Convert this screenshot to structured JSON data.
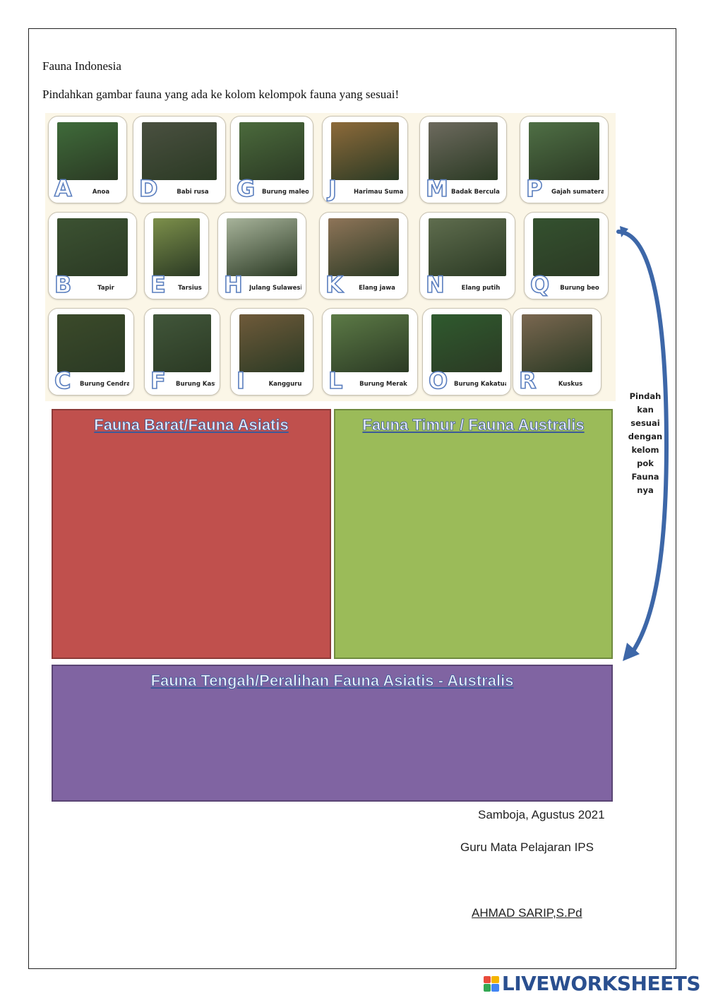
{
  "worksheet": {
    "title": "Fauna Indonesia",
    "instruction": "Pindahkan gambar fauna yang ada ke kolom kelompok fauna yang sesuai!"
  },
  "cards": [
    {
      "letter": "A",
      "label": "Anoa",
      "photo_color": "#3f6b3a"
    },
    {
      "letter": "D",
      "label": "Babi rusa",
      "photo_color": "#4a5040"
    },
    {
      "letter": "G",
      "label": "Burung maleo",
      "photo_color": "#4b6a3c"
    },
    {
      "letter": "J",
      "label": "Harimau Sumatera",
      "photo_color": "#8d6a3a"
    },
    {
      "letter": "M",
      "label": "Badak Bercula Satu",
      "photo_color": "#6d6a5e"
    },
    {
      "letter": "P",
      "label": "Gajah sumatera",
      "photo_color": "#4f6f45"
    },
    {
      "letter": "B",
      "label": "Tapir",
      "photo_color": "#3c5232"
    },
    {
      "letter": "E",
      "label": "Tarsius",
      "photo_color": "#7c8f4a"
    },
    {
      "letter": "H",
      "label": "Julang Sulawesi",
      "photo_color": "#a7b39a"
    },
    {
      "letter": "K",
      "label": "Elang jawa",
      "photo_color": "#8e7458"
    },
    {
      "letter": "N",
      "label": "Elang putih",
      "photo_color": "#5f6d4e"
    },
    {
      "letter": "Q",
      "label": "Burung beo",
      "photo_color": "#34512f"
    },
    {
      "letter": "C",
      "label": "Burung Cendrawasih",
      "photo_color": "#3b4a2a"
    },
    {
      "letter": "F",
      "label": "Burung Kaswari",
      "photo_color": "#41563a"
    },
    {
      "letter": "I",
      "label": "Kangguru",
      "photo_color": "#6f5a3a"
    },
    {
      "letter": "L",
      "label": "Burung Merak",
      "photo_color": "#5c7a46"
    },
    {
      "letter": "O",
      "label": "Burung Kakatua",
      "photo_color": "#2f5a2e"
    },
    {
      "letter": "R",
      "label": "Kuskus",
      "photo_color": "#7a6750"
    }
  ],
  "zones": {
    "west": "Fauna Barat/Fauna Asiatis",
    "east": "Fauna Timur / Fauna Australis",
    "middle": "Fauna Tengah/Peralihan Fauna Asiatis - Australis"
  },
  "side_note": [
    "Pindah",
    "kan",
    "sesuai",
    "dengan",
    "kelom",
    "pok",
    "Fauna",
    "nya"
  ],
  "signature": {
    "place_date": "Samboja,  Agustus 2021",
    "role": "Guru Mata Pelajaran IPS",
    "name": "AHMAD SARIP,S.Pd"
  },
  "brand": "LIVEWORKSHEETS",
  "colors": {
    "west_zone": "#c0504d",
    "east_zone": "#9bbb59",
    "middle_zone": "#8064a2",
    "arrow": "#3d67a8"
  }
}
